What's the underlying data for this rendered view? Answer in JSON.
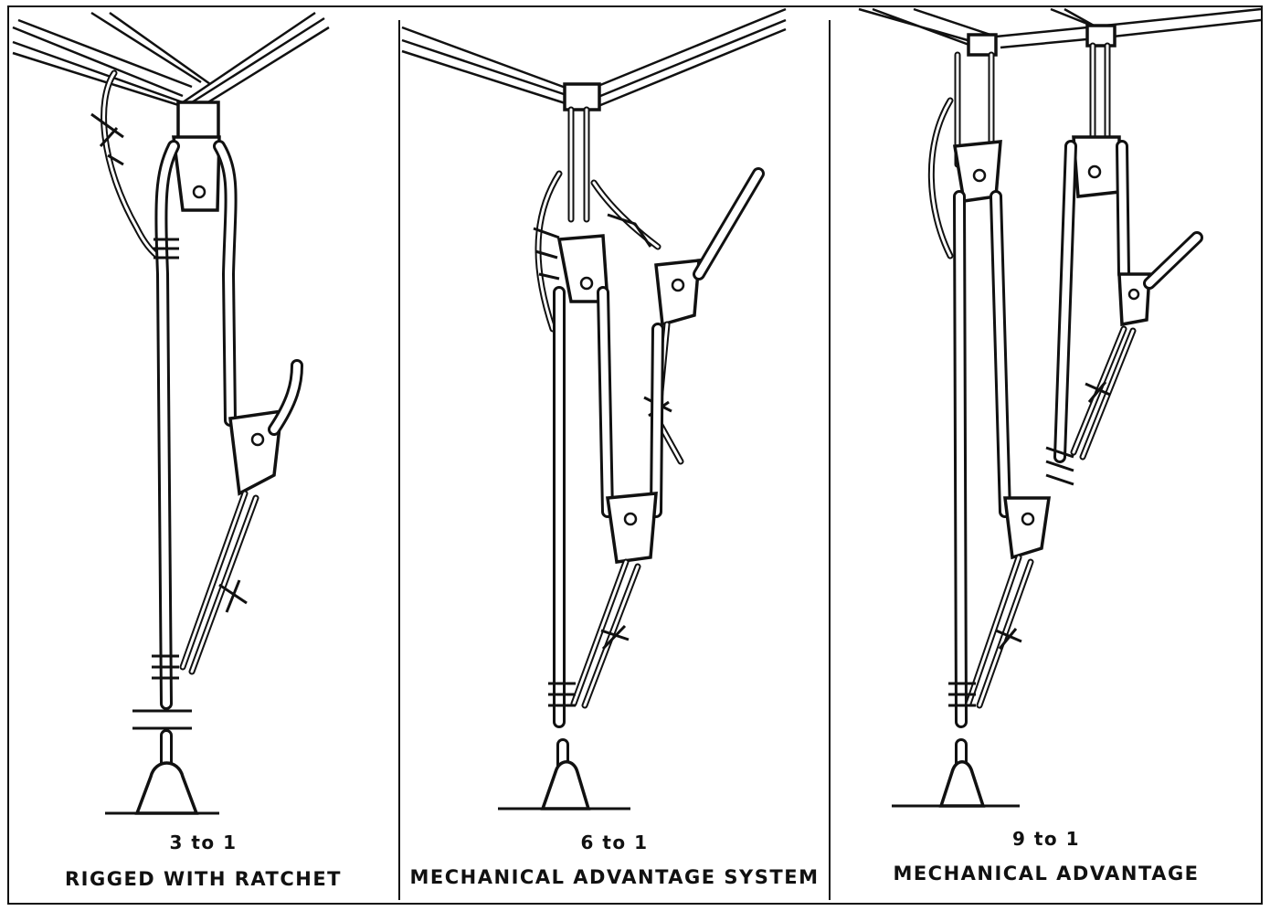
{
  "panels": [
    {
      "ratio": "3 to 1",
      "label": "RIGGED WITH RATCHET"
    },
    {
      "ratio": "6 to 1",
      "label": "MECHANICAL ADVANTAGE SYSTEM"
    },
    {
      "ratio": "9 to 1",
      "label": "MECHANICAL ADVANTAGE"
    }
  ],
  "colors": {
    "line": "#111111",
    "background": "#ffffff"
  }
}
